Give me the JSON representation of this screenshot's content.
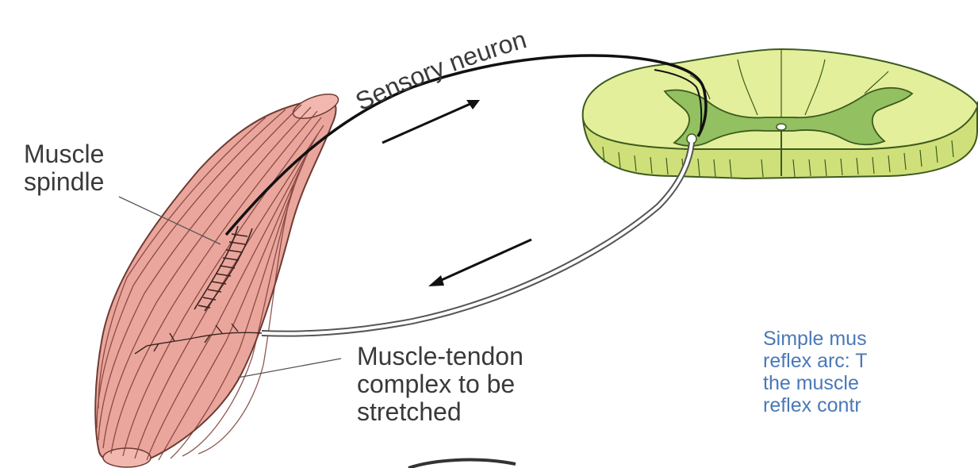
{
  "labels": {
    "sensory_neuron": "Sensory neuron",
    "muscle_spindle": [
      "Muscle",
      "spindle"
    ],
    "muscle_tendon": [
      "Muscle-tendon",
      "complex to be",
      "stretched"
    ]
  },
  "caption": {
    "lines": [
      "Simple mus",
      "reflex arc: T",
      "the muscle",
      "reflex contr"
    ]
  },
  "colors": {
    "muscle_fill": "#eaa69d",
    "muscle_outline": "#6e3b33",
    "spinal_white_matter": "#e3ef9a",
    "spinal_gray_matter": "#93c060",
    "spinal_outline": "#3d5a20",
    "neuron_sensory": "#111111",
    "neuron_motor_outline": "#555555",
    "label_text": "#3a3a3a",
    "caption_text": "#4a78b8"
  }
}
